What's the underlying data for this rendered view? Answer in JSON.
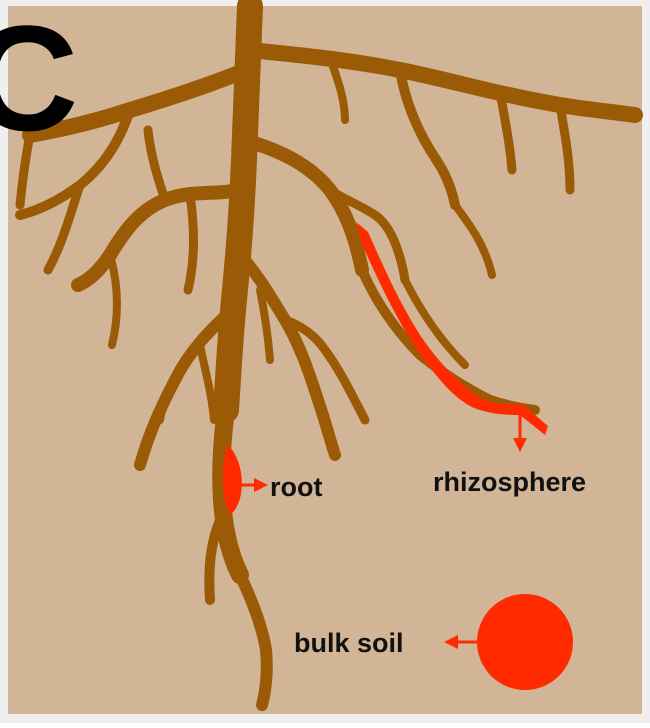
{
  "diagram": {
    "partial_title_glyph": "C",
    "labels": {
      "root": "root",
      "rhizosphere": "rhizosphere",
      "bulk_soil": "bulk soil"
    },
    "colors": {
      "soil": "#d2b597",
      "root": "#9b5a05",
      "highlight": "#ff2a00",
      "text": "#111111",
      "frame": "#efefef"
    }
  }
}
